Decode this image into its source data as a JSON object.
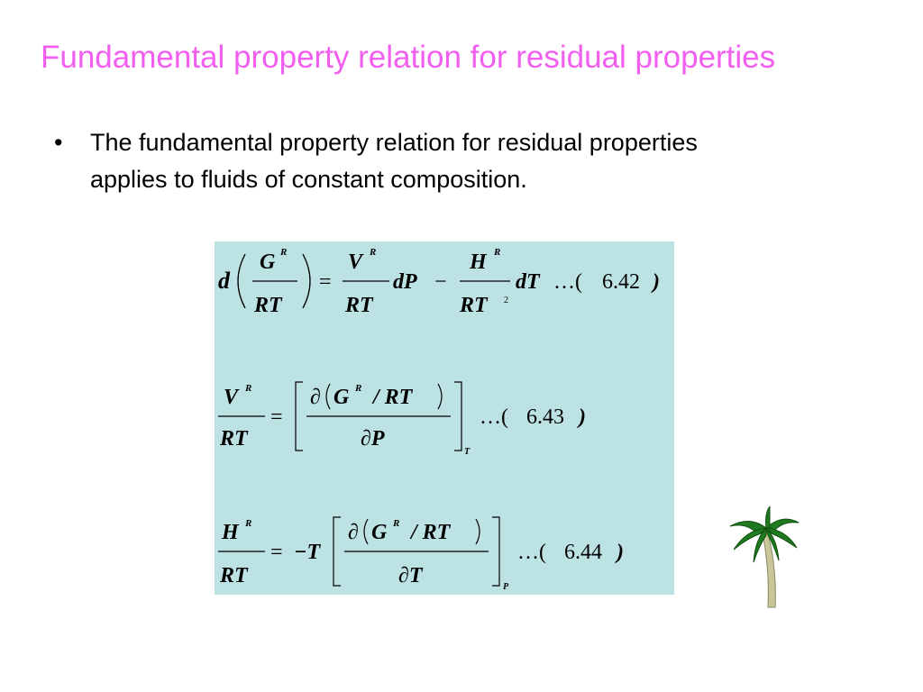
{
  "slide": {
    "title": "Fundamental property relation for residual properties",
    "bullet_symbol": "•",
    "bullet_text": "The fundamental property relation for residual properties applies to fluids of constant composition."
  },
  "equations": {
    "eq1": {
      "d": "d",
      "num1": "G",
      "sup1": "R",
      "den1": "RT",
      "eq": "=",
      "num2": "V",
      "sup2": "R",
      "den2": "RT",
      "dP": "dP",
      "minus": "−",
      "num3": "H",
      "sup3": "R",
      "den3": "RT",
      "sq": "2",
      "dT": "dT",
      "dots": "…(",
      "number": "6.42",
      "close": ")"
    },
    "eq2": {
      "lhs_num": "V",
      "lhs_sup": "R",
      "lhs_den": "RT",
      "eq": "=",
      "partial_num": "∂",
      "G": "G",
      "sup": "R",
      "slash_rt": "/ RT",
      "partial_den": "∂P",
      "sub": "T",
      "dots": "…(",
      "number": "6.43",
      "close": ")"
    },
    "eq3": {
      "lhs_num": "H",
      "lhs_sup": "R",
      "lhs_den": "RT",
      "eq": "=",
      "minus_t": "−T",
      "partial_num": "∂",
      "G": "G",
      "sup": "R",
      "slash_rt": "/ RT",
      "partial_den": "∂T",
      "sub": "P",
      "dots": "…(",
      "number": "6.44",
      "close": ")"
    }
  },
  "icons": {
    "palm_tree": "palm-tree-icon"
  },
  "colors": {
    "title": "#f25ef0",
    "equation_box": "#bde2e4",
    "palm_leaves": "#1f7a1f",
    "palm_trunk": "#c9c79a"
  }
}
